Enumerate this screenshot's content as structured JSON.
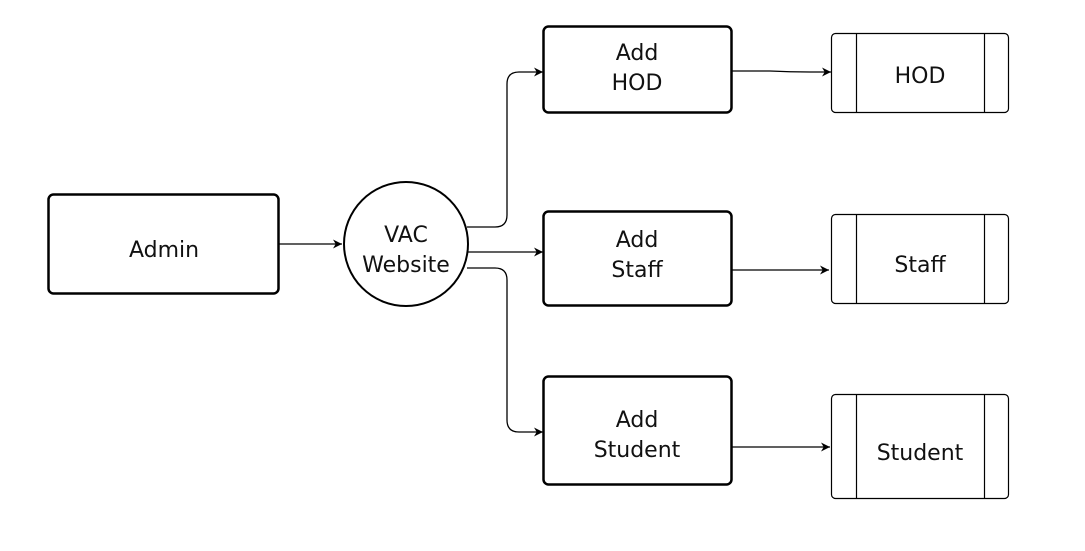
{
  "diagram": {
    "admin": {
      "label": "Admin"
    },
    "website": {
      "line1": "VAC",
      "line2": "Website"
    },
    "processes": {
      "add_hod": {
        "line1": "Add",
        "line2": "HOD"
      },
      "add_staff": {
        "line1": "Add",
        "line2": "Staff"
      },
      "add_student": {
        "line1": "Add",
        "line2": "Student"
      }
    },
    "stores": {
      "hod": {
        "label": "HOD"
      },
      "staff": {
        "label": "Staff"
      },
      "student": {
        "label": "Student"
      }
    }
  },
  "colors": {
    "stroke": "#000000",
    "fill": "#ffffff",
    "text": "#111111"
  }
}
